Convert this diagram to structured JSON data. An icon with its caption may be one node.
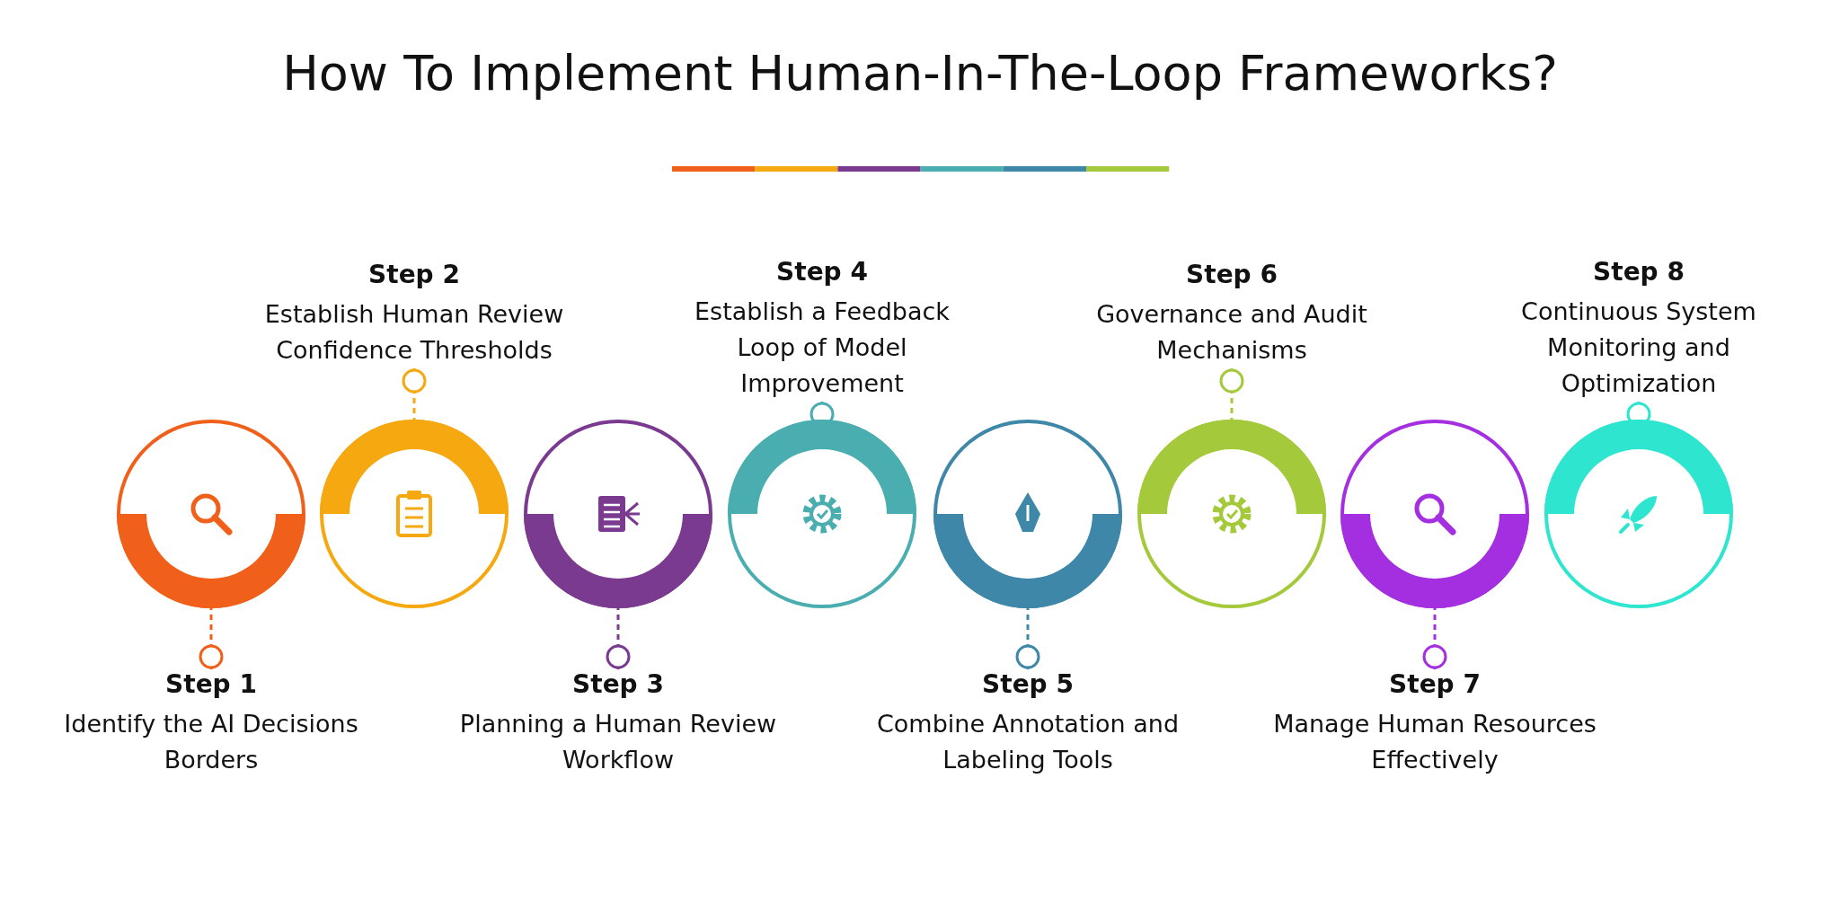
{
  "diagram": {
    "title": "How To Implement Human-In-The-Loop Frameworks?",
    "nodes": [
      {
        "text": [],
        "shape": "circle"
      },
      {
        "text": [],
        "shape": "circle"
      },
      {
        "text": [],
        "shape": "circle"
      },
      {
        "text": [],
        "shape": "circle"
      },
      {
        "text": [],
        "shape": "circle"
      },
      {
        "text": [],
        "shape": "circle"
      },
      {
        "text": [],
        "shape": "circle"
      },
      {
        "text": [],
        "shape": "circle"
      },
      {
        "text": [
          "Step 1",
          "Identify the AI Decisions Borders"
        ]
      },
      {
        "text": [
          "Step 2",
          "Establish Human Review Confidence Thresholds"
        ]
      },
      {
        "text": [
          "Step 3",
          "Planning a Human Review Workflow"
        ]
      },
      {
        "text": [
          "Step 4",
          "Establish a Feedback Loop of Model Improvement"
        ]
      },
      {
        "text": [
          "Step 5",
          "Combine Annotation and Labeling Tools"
        ]
      },
      {
        "text": [
          "Step 6",
          "Governance and Audit Mechanisms"
        ]
      },
      {
        "text": [
          "Step 7",
          "Manage Human Resources Effectively"
        ]
      },
      {
        "text": [
          "Step 8",
          "Continuous System Monitoring and Optimization"
        ]
      }
    ],
    "edges": [
      {
        "from": 8,
        "to": 0,
        "arrow": "other",
        "style": "dashed",
        "color": "#f0601a"
      },
      {
        "from": 9,
        "to": 1,
        "arrow": "other",
        "style": "dashed",
        "color": "#f5a80f"
      },
      {
        "from": 10,
        "to": 2,
        "arrow": "other",
        "style": "dashed",
        "color": "#7a3a8f"
      },
      {
        "from": 11,
        "to": 3,
        "arrow": "other",
        "style": "dashed",
        "color": "#4aaeb0"
      },
      {
        "from": 12,
        "to": 4,
        "arrow": "other",
        "style": "dashed",
        "color": "#3e87a8"
      },
      {
        "from": 13,
        "to": 5,
        "arrow": "other",
        "style": "dashed",
        "color": "#a4c93b"
      },
      {
        "from": 14,
        "to": 6,
        "arrow": "other",
        "style": "dashed",
        "color": "#a42fe0"
      },
      {
        "from": 15,
        "to": 7,
        "arrow": "other",
        "style": "dashed",
        "color": "#2ee5d0"
      }
    ]
  }
}
